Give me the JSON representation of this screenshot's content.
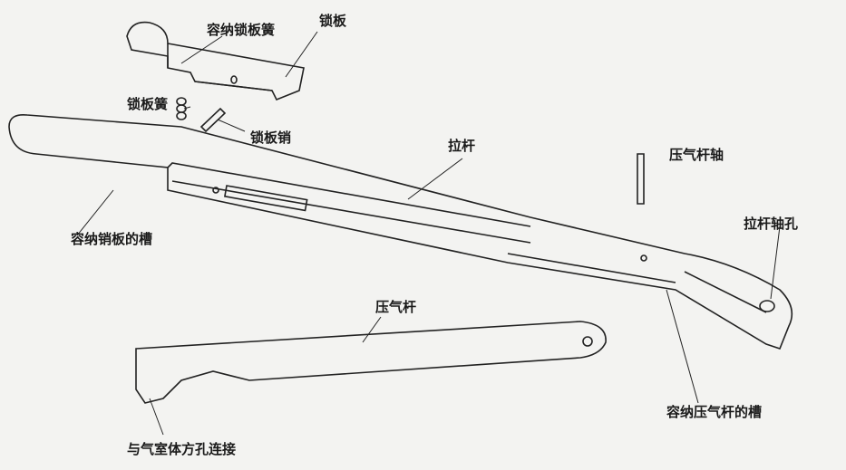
{
  "labels": {
    "lock_spring_slot": "容纳锁板簧",
    "lock_plate": "锁板",
    "lock_spring": "锁板簧",
    "lock_pin": "锁板销",
    "pull_rod": "拉杆",
    "press_rod_axle": "压气杆轴",
    "pull_rod_axle_hole": "拉杆轴孔",
    "pin_plate_slot": "容纳销板的槽",
    "press_rod": "压气杆",
    "press_rod_slot": "容纳压气杆的槽",
    "chamber_connection": "与气室体方孔连接"
  }
}
